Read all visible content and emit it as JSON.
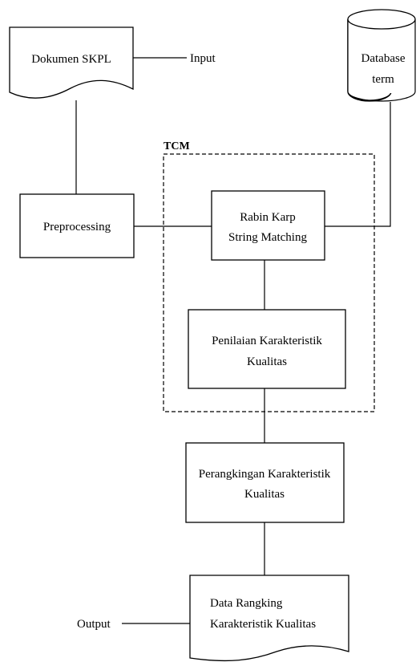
{
  "diagram": {
    "tcm_label": "TCM",
    "input_label": "Input",
    "output_label": "Output",
    "nodes": {
      "dokumen_skpl": {
        "label": "Dokumen SKPL"
      },
      "database_term": {
        "line1": "Database",
        "line2": "term"
      },
      "preprocessing": {
        "label": "Preprocessing"
      },
      "rabin_karp": {
        "line1": "Rabin Karp",
        "line2": "String Matching"
      },
      "penilaian": {
        "line1": "Penilaian Karakteristik",
        "line2": "Kualitas"
      },
      "perangkingan": {
        "line1": "Perangkingan Karakteristik",
        "line2": "Kualitas"
      },
      "data_rangking": {
        "line1": "Data Rangking",
        "line2": "Karakteristik Kualitas"
      }
    }
  }
}
